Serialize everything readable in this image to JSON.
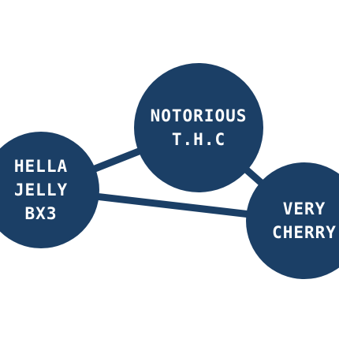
{
  "colors": {
    "background": "#ffffff",
    "node_fill": "#1b3f66",
    "edge_stroke": "#1b3f66",
    "node_text": "#ffffff"
  },
  "nodes": [
    {
      "id": "notorious-thc",
      "lines": [
        "NOTORIOUS",
        "T.H.C"
      ]
    },
    {
      "id": "hella-jelly-bx3",
      "lines": [
        "HELLA",
        "JELLY",
        "BX3"
      ]
    },
    {
      "id": "very-cherry",
      "lines": [
        "VERY",
        "CHERRY"
      ]
    }
  ],
  "edges": [
    {
      "from": "hella-jelly-bx3",
      "to": "notorious-thc"
    },
    {
      "from": "notorious-thc",
      "to": "very-cherry"
    },
    {
      "from": "hella-jelly-bx3",
      "to": "very-cherry"
    }
  ]
}
